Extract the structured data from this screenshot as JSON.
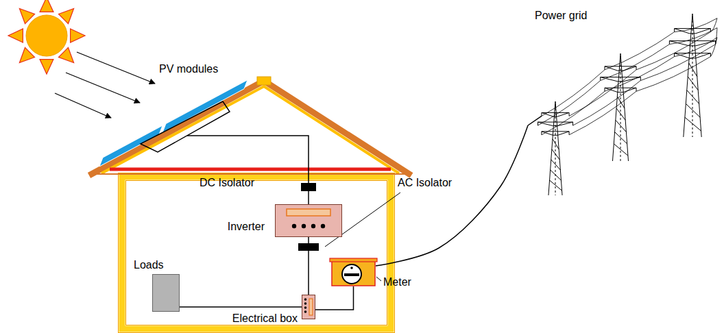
{
  "diagram": {
    "nodes": [
      {
        "text": [
          "PV modules"
        ]
      },
      {
        "text": [
          "DC Isolator"
        ]
      },
      {
        "text": [
          "Inverter"
        ]
      },
      {
        "text": [
          "AC Isolator"
        ]
      },
      {
        "text": [
          "Loads"
        ]
      },
      {
        "text": [
          "Electrical box"
        ]
      },
      {
        "text": [
          "Meter"
        ]
      },
      {
        "text": [
          "Power grid"
        ]
      }
    ],
    "edges": [
      {
        "from": 0,
        "to": 1,
        "arrow": "none"
      },
      {
        "from": 1,
        "to": 2,
        "arrow": "none"
      },
      {
        "from": 2,
        "to": 3,
        "arrow": "none"
      },
      {
        "from": 3,
        "to": 5,
        "arrow": "none"
      },
      {
        "from": 5,
        "to": 4,
        "arrow": "none"
      },
      {
        "from": 5,
        "to": 6,
        "arrow": "none"
      },
      {
        "from": 6,
        "to": 7,
        "arrow": "none"
      }
    ]
  }
}
